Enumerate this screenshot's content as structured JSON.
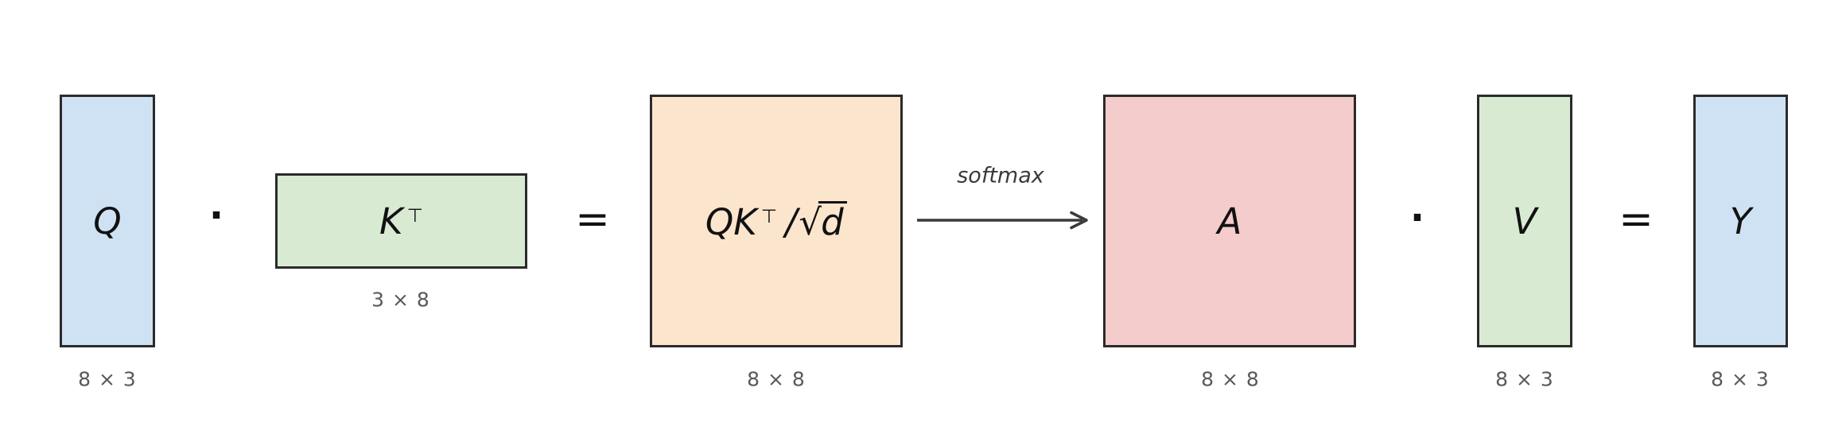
{
  "diagram_title": "attention-score-computation",
  "colors": {
    "matrix_blue": "#cfe2f3",
    "matrix_green": "#d9ead3",
    "matrix_orange": "#fce5cd",
    "matrix_pink": "#f4cccc",
    "border": "#2b2b2b",
    "dims_text": "#595959",
    "arrow": "#3a3a3a"
  },
  "matrices": {
    "q": {
      "label": "Q",
      "dims": "8 × 3"
    },
    "kt": {
      "base": "K",
      "sup": "⊤",
      "dims": "3 × 8"
    },
    "qkt": {
      "base": "QK",
      "sup": "⊤",
      "slash": "/",
      "sqrt": "√",
      "radicand": "d",
      "dims": "8 × 8"
    },
    "a": {
      "label": "A",
      "dims": "8 × 8"
    },
    "v": {
      "label": "V",
      "dims": "8 × 3"
    },
    "y": {
      "label": "Y",
      "dims": "8 × 3"
    }
  },
  "operators": {
    "dot1": "·",
    "equals1": "=",
    "dot2": "·",
    "equals2": "="
  },
  "arrow": {
    "label": "softmax"
  }
}
